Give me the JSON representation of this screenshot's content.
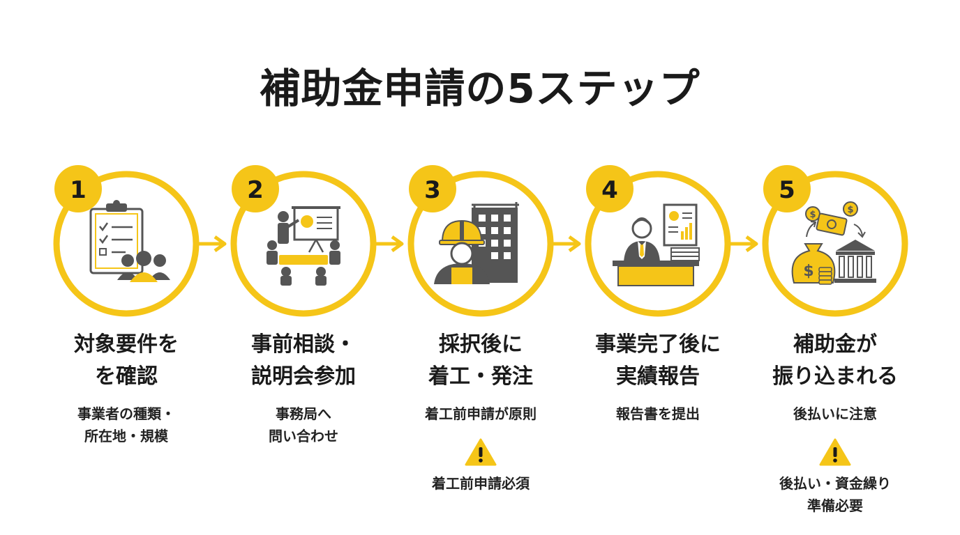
{
  "title": "補助金申請の5ステップ",
  "colors": {
    "accent": "#F5C518",
    "icon_gray": "#555555",
    "text": "#1a1a1a"
  },
  "steps": [
    {
      "number": "1",
      "title": "対象要件を\nを確認",
      "description": "事業者の種類・\n所在地・規模",
      "icon": "clipboard-checklist-people-icon",
      "warning": ""
    },
    {
      "number": "2",
      "title": "事前相談・\n説明会参加",
      "description": "事務局へ\n問い合わせ",
      "icon": "meeting-presentation-icon",
      "warning": ""
    },
    {
      "number": "3",
      "title": "採択後に\n着工・発注",
      "description": "着工前申請が原則",
      "icon": "construction-worker-building-icon",
      "warning": "着工前申請必須"
    },
    {
      "number": "4",
      "title": "事業完了後に\n実績報告",
      "description": "報告書を提出",
      "icon": "businessman-report-desk-icon",
      "warning": ""
    },
    {
      "number": "5",
      "title": "補助金が\n振り込まれる",
      "description": "後払いに注意",
      "icon": "money-bank-transfer-icon",
      "warning": "後払い・資金繰り\n準備必要"
    }
  ]
}
